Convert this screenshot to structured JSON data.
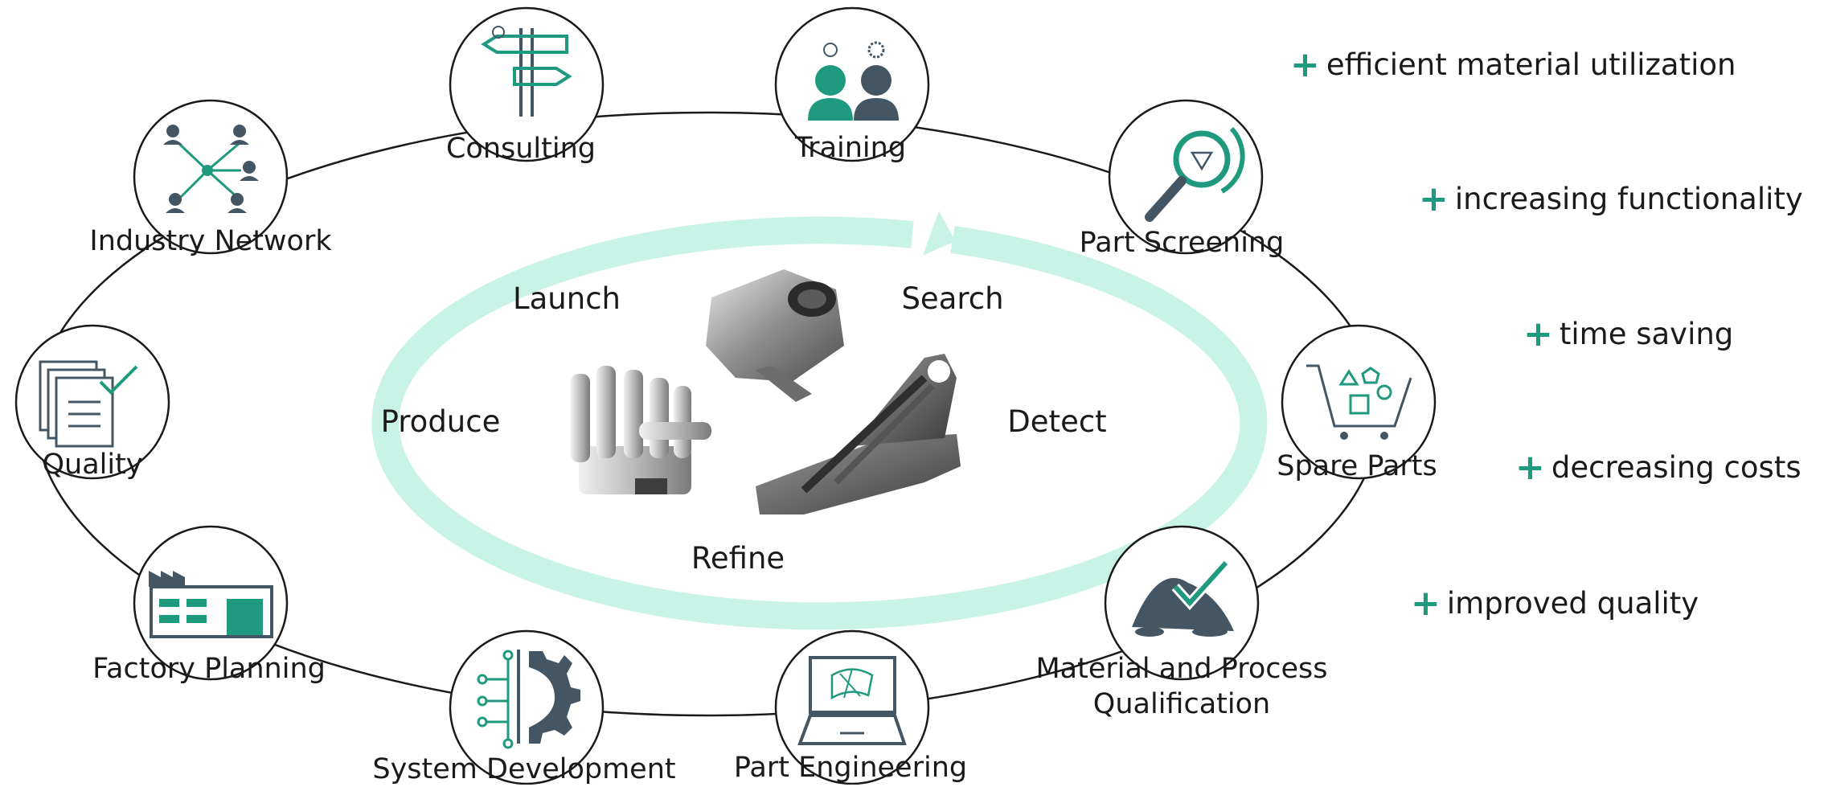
{
  "nodes": [
    {
      "key": "consulting",
      "label": "Consulting",
      "icon": "signpost-icon"
    },
    {
      "key": "training",
      "label": "Training",
      "icon": "people-icon"
    },
    {
      "key": "part_screening",
      "label": "Part Screening",
      "icon": "magnifier-diamond-icon"
    },
    {
      "key": "spare_parts",
      "label": "Spare Parts",
      "icon": "shopping-cart-icon"
    },
    {
      "key": "material_process",
      "label_line1": "Material and Process",
      "label_line2": "Qualification",
      "icon": "powder-check-icon"
    },
    {
      "key": "part_engineering",
      "label": "Part Engineering",
      "icon": "laptop-icon"
    },
    {
      "key": "system_development",
      "label": "System Development",
      "icon": "circuit-gear-icon"
    },
    {
      "key": "factory_planning",
      "label": "Factory Planning",
      "icon": "factory-icon"
    },
    {
      "key": "quality",
      "label": "Quality",
      "icon": "checklist-icon"
    },
    {
      "key": "industry_network",
      "label": "Industry Network",
      "icon": "network-icon"
    }
  ],
  "phases": {
    "launch": "Launch",
    "search": "Search",
    "produce": "Produce",
    "detect": "Detect",
    "refine": "Refine"
  },
  "benefits": [
    "efficient material utilization",
    "increasing functionality",
    "time saving",
    "decreasing costs",
    "improved quality"
  ],
  "benefit_symbol": "+",
  "colors": {
    "accent": "#1f9a7e",
    "dark": "#445564",
    "cycle_arrow": "#c8f3e6",
    "line": "#1a1a1a"
  }
}
